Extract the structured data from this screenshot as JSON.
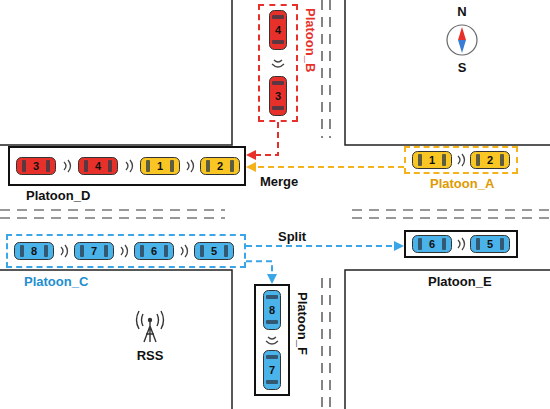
{
  "diagram": {
    "nodes": [
      {
        "text": [
          "Platoon_B"
        ]
      },
      {
        "text": [
          "4"
        ],
        "in": 0
      },
      {
        "text": [
          "3"
        ],
        "in": 0
      },
      {
        "text": [
          "Platoon_D"
        ]
      },
      {
        "text": [
          "3"
        ],
        "in": 3
      },
      {
        "text": [
          "4"
        ],
        "in": 3
      },
      {
        "text": [
          "1"
        ],
        "in": 3
      },
      {
        "text": [
          "2"
        ],
        "in": 3
      },
      {
        "text": [
          "Platoon_A"
        ]
      },
      {
        "text": [
          "1"
        ],
        "in": 8
      },
      {
        "text": [
          "2"
        ],
        "in": 8
      },
      {
        "text": [
          "Platoon_C"
        ]
      },
      {
        "text": [
          "8"
        ],
        "in": 11
      },
      {
        "text": [
          "7"
        ],
        "in": 11
      },
      {
        "text": [
          "6"
        ],
        "in": 11
      },
      {
        "text": [
          "5"
        ],
        "in": 11
      },
      {
        "text": [
          "Platoon_E"
        ]
      },
      {
        "text": [
          "6"
        ],
        "in": 16
      },
      {
        "text": [
          "5"
        ],
        "in": 16
      },
      {
        "text": [
          "Platoon_F"
        ]
      },
      {
        "text": [
          "8"
        ],
        "in": 19
      },
      {
        "text": [
          "7"
        ],
        "in": 19
      }
    ],
    "edges": [
      {
        "from": 8,
        "to": 3,
        "arrow": "to",
        "label": "Merge"
      },
      {
        "from": 0,
        "to": 3,
        "arrow": "to"
      },
      {
        "from": 11,
        "to": 16,
        "arrow": "to",
        "label": "Split"
      },
      {
        "from": 11,
        "to": 19,
        "arrow": "to"
      }
    ],
    "labels": [
      "N",
      "S",
      "RSS"
    ]
  }
}
